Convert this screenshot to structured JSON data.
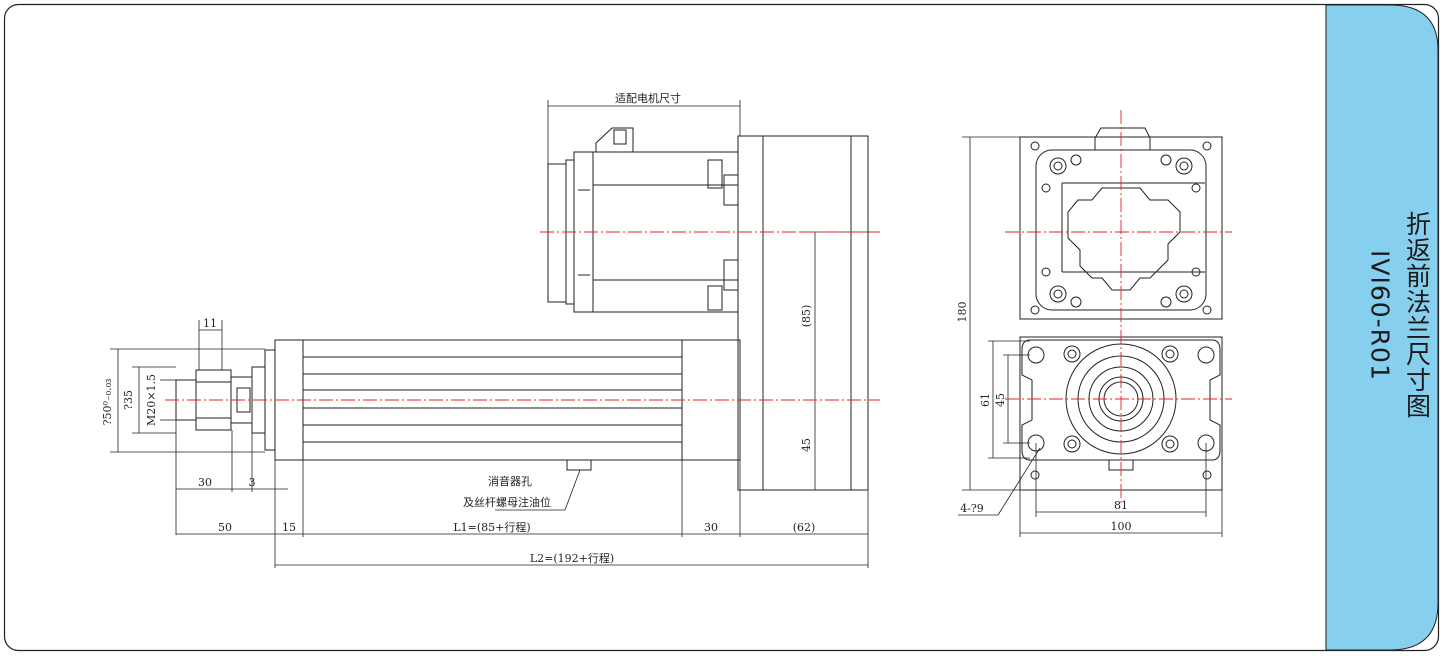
{
  "title_panel": {
    "title_cn": "折返前法兰尺寸图",
    "model": "IVI60-R01",
    "color": "#87cfee"
  },
  "side_view": {
    "motor_label": "适配电机尺寸",
    "muffler_note_1": "消音器孔",
    "muffler_note_2": "及丝杆螺母注油位",
    "dim_11": "11",
    "dim_50_tol": "?50⁰₋₀.₀₃",
    "dim_35": "?35",
    "dim_thread": "M20×1.5",
    "dim_30a": "30",
    "dim_3": "3",
    "dim_50": "50",
    "dim_15": "15",
    "dim_L1": "L1=(85+行程)",
    "dim_30b": "30",
    "dim_62": "(62)",
    "dim_L2": "L2=(192+行程)",
    "dim_85": "(85)",
    "dim_45": "45"
  },
  "end_view": {
    "dim_180": "180",
    "dim_61": "61",
    "dim_45": "45",
    "dim_81": "81",
    "dim_100": "100",
    "hole_note": "4-?9"
  },
  "colors": {
    "line": "#222222",
    "center_line": "#e8202a",
    "panel": "#87cfee"
  }
}
